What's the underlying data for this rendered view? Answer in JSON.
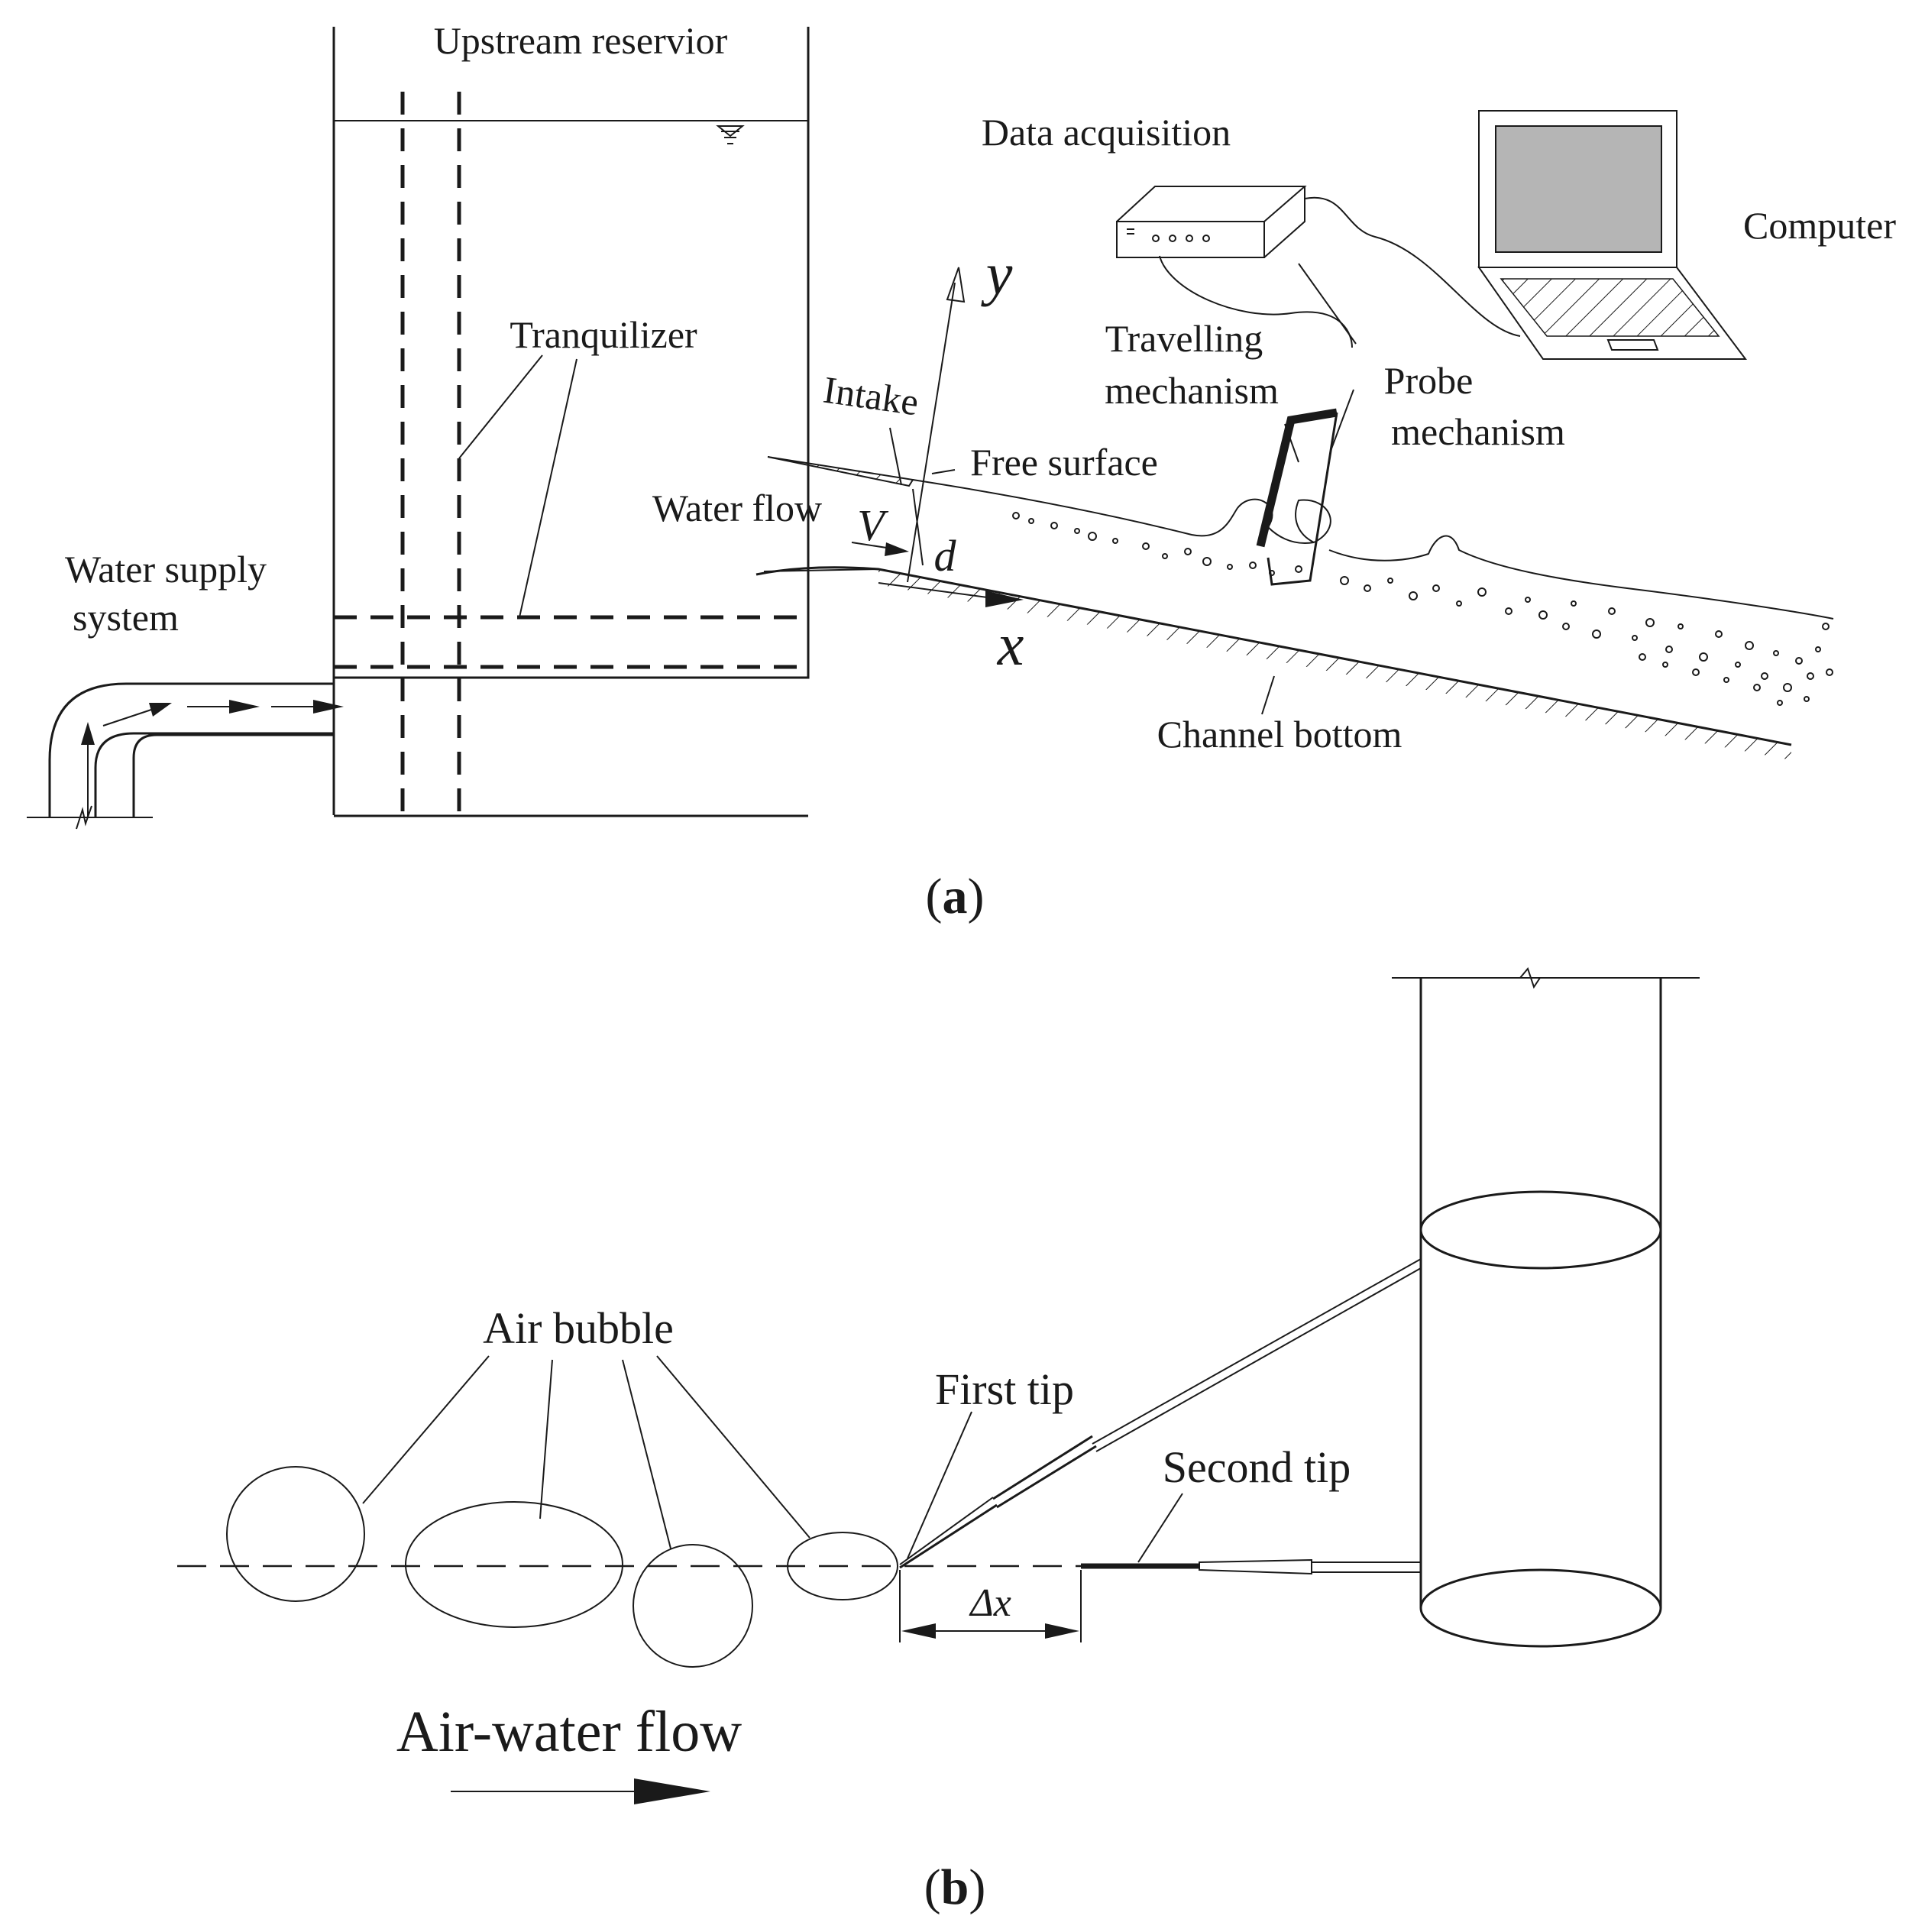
{
  "panel_a": {
    "caption": "(a)",
    "labels": {
      "upstream_reservoir": "Upstream reservior",
      "tranquilizer": "Tranquilizer",
      "water_supply_line1": "Water supply",
      "water_supply_line2": "system",
      "data_acquisition": "Data acquisition",
      "computer": "Computer",
      "travelling_line1": "Travelling",
      "travelling_line2": "mechanism",
      "probe_line1": "Probe",
      "probe_line2": "mechanism",
      "intake": "Intake",
      "free_surface": "Free surface",
      "water_flow": "Water flow",
      "velocity": "V",
      "depth": "d",
      "axis_x": "x",
      "axis_y": "y",
      "channel_bottom": "Channel bottom"
    }
  },
  "panel_b": {
    "caption": "(b)",
    "labels": {
      "air_bubble": "Air bubble",
      "first_tip": "First tip",
      "second_tip": "Second tip",
      "delta_x": "Δx",
      "air_water_flow": "Air-water flow"
    }
  }
}
